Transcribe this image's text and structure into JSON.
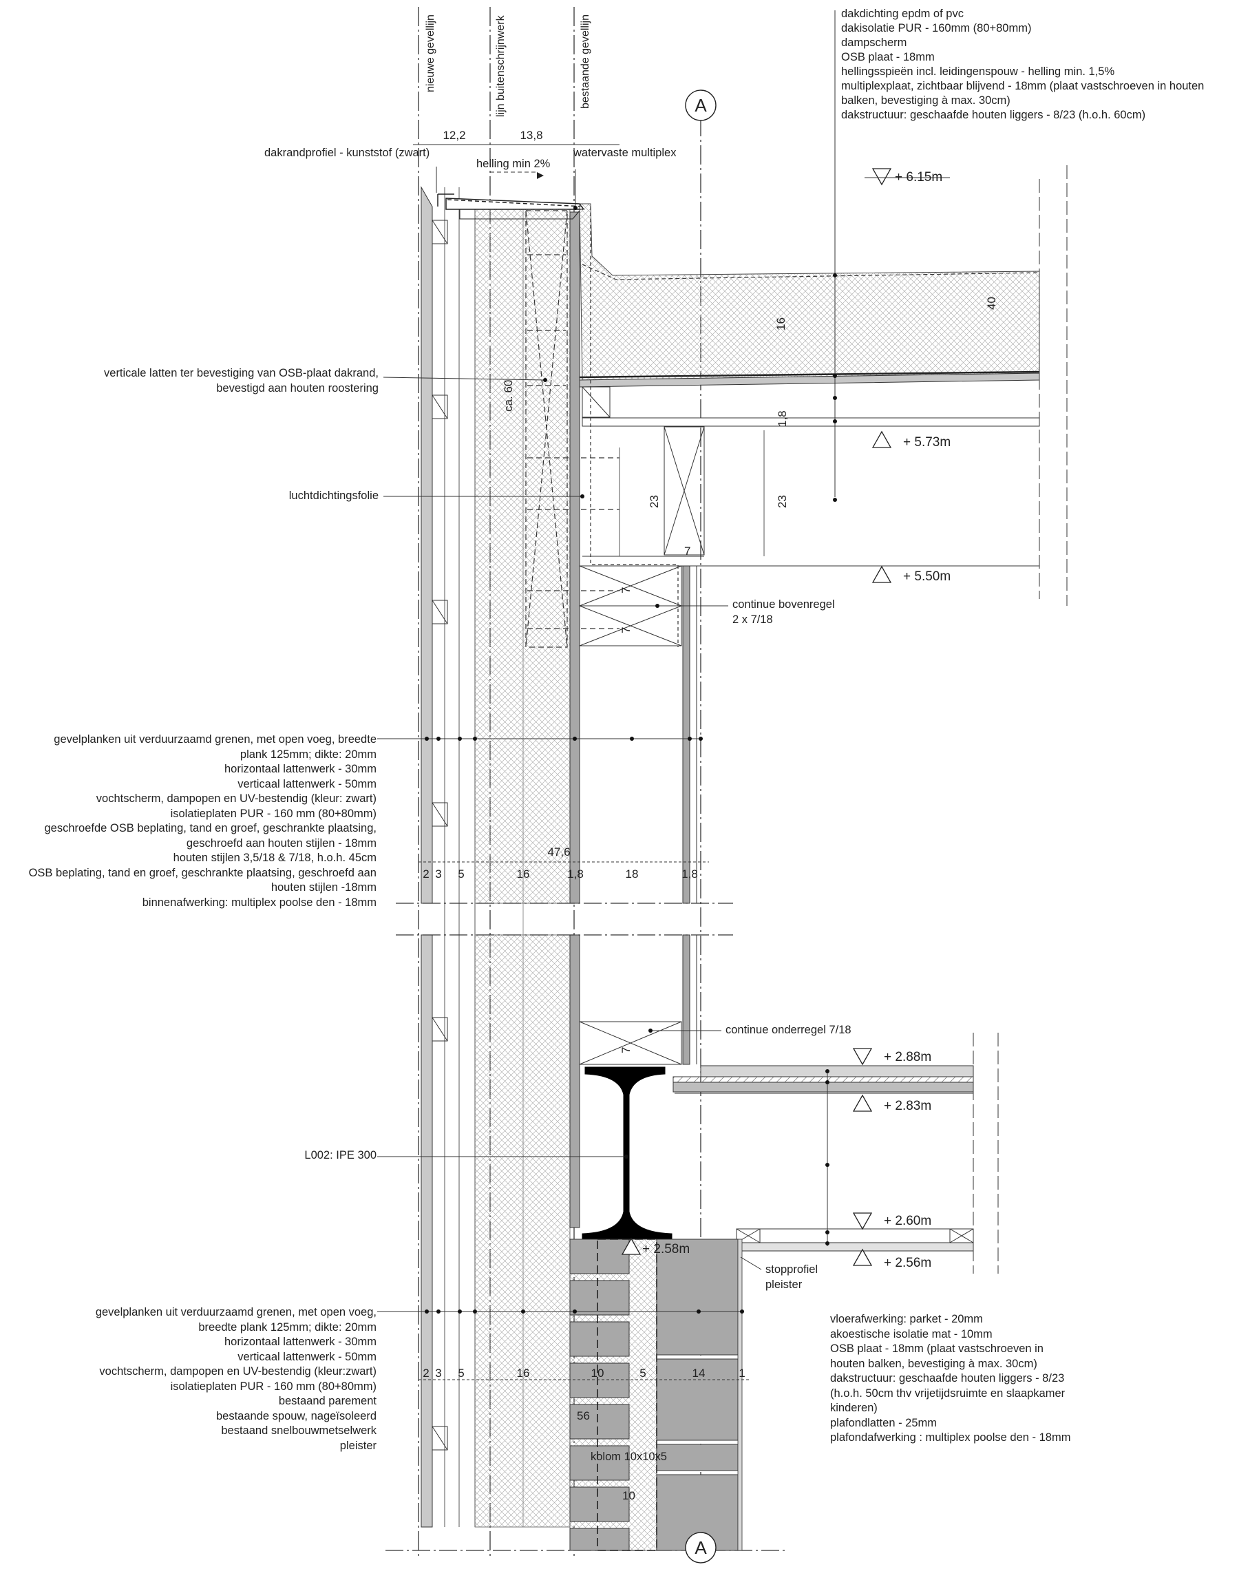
{
  "axis_labels": [
    "nieuwe gevellijn",
    "lijn buitenschrijnwerk",
    "bestaande gevellijn"
  ],
  "grid_label": "A",
  "levels": [
    "+ 6.15m",
    "+ 5.73m",
    "+ 5.50m",
    "+ 2.88m",
    "+ 2.83m",
    "+ 2.60m",
    "+ 2.58m",
    "+ 2.56m"
  ],
  "dims_top": [
    "12,2",
    "13,8"
  ],
  "dims_mid": [
    "2",
    "3",
    "5",
    "16",
    "1,8",
    "18",
    "1,8"
  ],
  "dim_total": "47,6",
  "dims_bottom": [
    "2",
    "3",
    "5",
    "16",
    "10",
    "5",
    "14",
    "1"
  ],
  "dims_misc": [
    "16",
    "40",
    "1,8",
    "23",
    "23",
    "7",
    "7",
    "7",
    "7",
    "ca. 60",
    "56",
    "10"
  ],
  "roof_notes": [
    "dakdichting epdm of pvc",
    "dakisolatie PUR - 160mm (80+80mm)",
    "dampscherm",
    "OSB plaat - 18mm",
    "hellingsspieën incl. leidingenspouw - helling min. 1,5%",
    "multiplexplaat, zichtbaar blijvend - 18mm (plaat vastschroeven in houten",
    "balken, bevestiging à max. 30cm)",
    "dakstructuur: geschaafde houten liggers - 8/23 (h.o.h. 60cm)"
  ],
  "labels": {
    "dakrand": "dakrandprofiel - kunststof (zwart)",
    "helling": "helling min 2%",
    "multiplex": "watervaste multiplex",
    "latten": [
      "verticale latten ter bevestiging van OSB-plaat dakrand,",
      "bevestigd aan houten roostering"
    ],
    "folie": "luchtdichtingsfolie",
    "bovenregel": [
      "continue bovenregel",
      "2 x 7/18"
    ],
    "onderregel": "continue onderregel 7/18",
    "ipe": "L002: IPE 300",
    "stopprofiel": [
      "stopprofiel",
      "pleister"
    ],
    "kolom": "kolom 10x10x5"
  },
  "wall_notes_upper": [
    "gevelplanken uit verduurzaamd grenen, met open voeg, breedte",
    "plank 125mm; dikte: 20mm",
    "horizontaal lattenwerk - 30mm",
    "verticaal lattenwerk - 50mm",
    "vochtscherm, dampopen en UV-bestendig (kleur: zwart)",
    "isolatieplaten PUR - 160 mm (80+80mm)",
    "geschroefde OSB beplating, tand en groef, geschrankte plaatsing,",
    "geschroefd aan houten stijlen - 18mm",
    "houten stijlen 3,5/18 & 7/18, h.o.h. 45cm",
    "OSB beplating, tand en groef, geschrankte plaatsing, geschroefd aan",
    "houten stijlen -18mm",
    "binnenafwerking: multiplex poolse den - 18mm"
  ],
  "wall_notes_lower": [
    "gevelplanken uit verduurzaamd grenen, met open voeg,",
    "breedte plank 125mm; dikte: 20mm",
    "horizontaal lattenwerk - 30mm",
    "verticaal lattenwerk - 50mm",
    "vochtscherm, dampopen en UV-bestendig (kleur:zwart)",
    "isolatieplaten PUR - 160 mm (80+80mm)",
    "bestaand parement",
    "bestaande spouw, nageïsoleerd",
    "bestaand snelbouwmetselwerk",
    "pleister"
  ],
  "floor_notes": [
    "vloerafwerking: parket - 20mm",
    "akoestische isolatie mat - 10mm",
    "OSB plaat - 18mm (plaat vastschroeven in",
    "houten balken, bevestiging à max. 30cm)",
    "dakstructuur: geschaafde houten liggers - 8/23",
    "(h.o.h. 50cm thv vrijetijdsruimte en slaapkamer",
    "kinderen)",
    "plafondlatten - 25mm",
    "plafondafwerking : multiplex poolse den - 18mm"
  ],
  "colors": {
    "line": "#222222",
    "concrete": "#a8a8a8",
    "light": "#d6d6d6",
    "steel": "#000000"
  }
}
